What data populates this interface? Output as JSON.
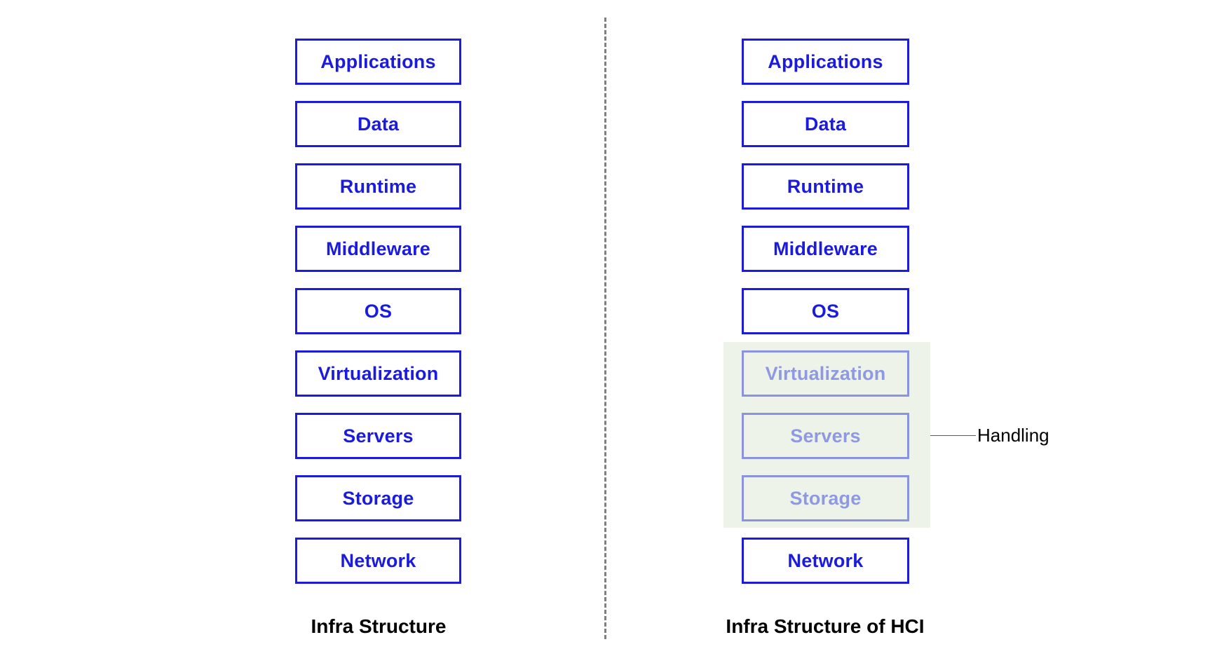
{
  "diagram": {
    "left_column": {
      "title": "Infra Structure",
      "layers": [
        "Applications",
        "Data",
        "Runtime",
        "Middleware",
        "OS",
        "Virtualization",
        "Servers",
        "Storage",
        "Network"
      ]
    },
    "right_column": {
      "title": "Infra Structure of HCI",
      "layers": [
        "Applications",
        "Data",
        "Runtime",
        "Middleware",
        "OS",
        "Virtualization",
        "Servers",
        "Storage",
        "Network"
      ],
      "highlighted_layers": [
        "Virtualization",
        "Servers",
        "Storage"
      ],
      "annotation": "Handling"
    },
    "colors": {
      "box_blue": "#1b1be0",
      "faded_blue": "#8b93de",
      "faded_text": "#8f99e2",
      "highlight_bg": "#eef3ea",
      "divider_gray": "#7f7f7f",
      "connector_gray": "#595959",
      "text_black": "#000000"
    }
  }
}
